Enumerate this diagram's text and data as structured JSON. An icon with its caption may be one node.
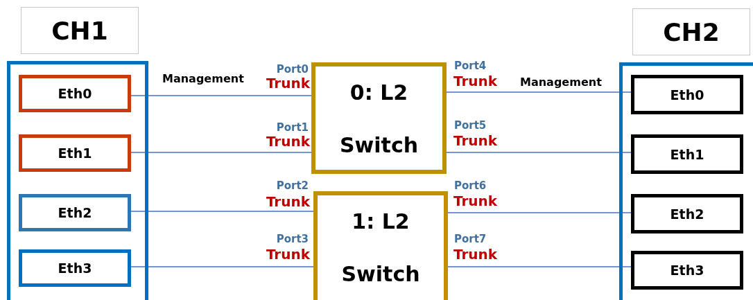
{
  "diagram": {
    "nodes": [
      {
        "text": [
          "CH1"
        ]
      },
      {
        "text": [
          "Eth0"
        ],
        "in": 0
      },
      {
        "text": [
          "Eth1"
        ],
        "in": 0
      },
      {
        "text": [
          "Eth2"
        ],
        "in": 0
      },
      {
        "text": [
          "Eth3"
        ],
        "in": 0
      },
      {
        "text": [
          "0: L2 Switch"
        ]
      },
      {
        "text": [
          "1: L2 Switch"
        ]
      },
      {
        "text": [
          "CH2"
        ]
      },
      {
        "text": [
          "Eth0"
        ],
        "in": 7
      },
      {
        "text": [
          "Eth1"
        ],
        "in": 7
      },
      {
        "text": [
          "Eth2"
        ],
        "in": 7
      },
      {
        "text": [
          "Eth3"
        ],
        "in": 7
      }
    ],
    "edges": [
      {
        "from": 1,
        "to": 5,
        "arrow": "none",
        "label": "Management"
      },
      {
        "from": 2,
        "to": 5,
        "arrow": "none"
      },
      {
        "from": 3,
        "to": 6,
        "arrow": "none"
      },
      {
        "from": 4,
        "to": 6,
        "arrow": "none"
      },
      {
        "from": 5,
        "to": 8,
        "arrow": "none",
        "label": "Management"
      },
      {
        "from": 5,
        "to": 9,
        "arrow": "none"
      },
      {
        "from": 6,
        "to": 10,
        "arrow": "none"
      },
      {
        "from": 6,
        "to": 11,
        "arrow": "none"
      }
    ],
    "labels": [
      "Port0",
      "Trunk",
      "Port4",
      "Trunk",
      "Port1",
      "Trunk",
      "Port5",
      "Trunk",
      "Port2",
      "Trunk",
      "Port6",
      "Trunk",
      "Port3",
      "Trunk",
      "Port7",
      "Trunk"
    ]
  }
}
